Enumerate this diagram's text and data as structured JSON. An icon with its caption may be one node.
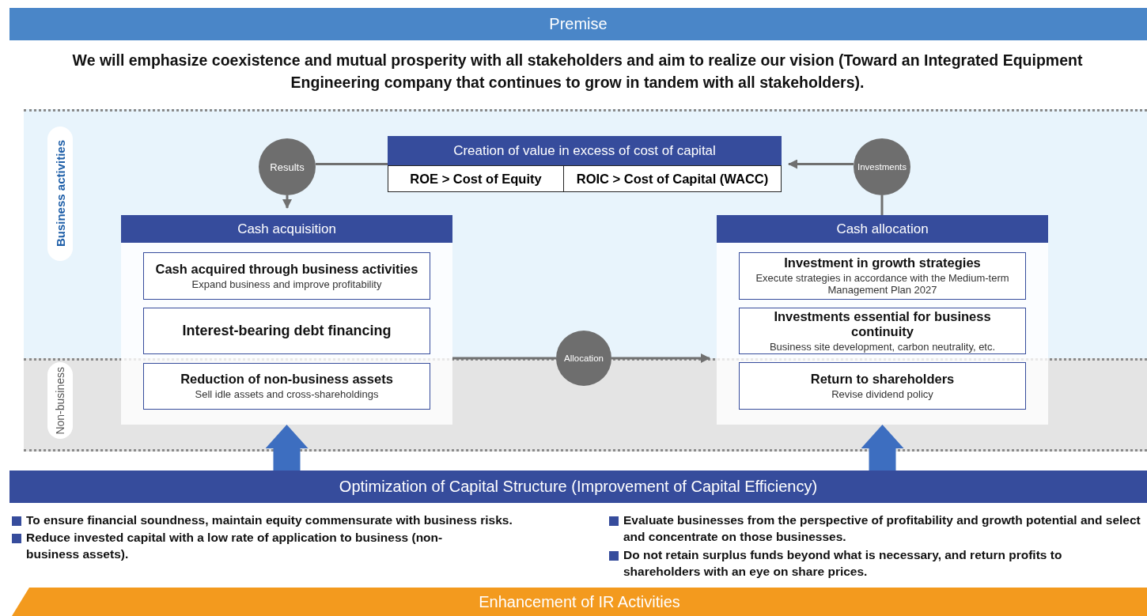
{
  "diagram": {
    "nodes": [
      {
        "text": [
          "Premise"
        ]
      },
      {
        "text": [
          "Creation of value in excess of cost of capital",
          "ROE > Cost of Equity",
          "ROIC > Cost of Capital (WACC)"
        ]
      },
      {
        "text": [
          "Results"
        ]
      },
      {
        "text": [
          "Investments"
        ]
      },
      {
        "text": [
          "Cash acquisition"
        ]
      },
      {
        "text": [
          "Cash acquired through business activities",
          "Expand business and improve profitability"
        ],
        "in": 4
      },
      {
        "text": [
          "Interest-bearing debt financing"
        ],
        "in": 4
      },
      {
        "text": [
          "Reduction of non-business assets",
          "Sell idle assets and cross-shareholdings"
        ],
        "in": 4
      },
      {
        "text": [
          "Allocation"
        ]
      },
      {
        "text": [
          "Cash allocation"
        ]
      },
      {
        "text": [
          "Investment in growth strategies",
          "Execute strategies in accordance with the Medium-term Management Plan 2027"
        ],
        "in": 9
      },
      {
        "text": [
          "Investments essential for business continuity",
          "Business site development, carbon neutrality, etc."
        ],
        "in": 9
      },
      {
        "text": [
          "Return to shareholders",
          "Revise dividend policy"
        ],
        "in": 9
      },
      {
        "text": [
          "Optimization of Capital Structure (Improvement of Capital Efficiency)"
        ]
      },
      {
        "text": [
          "Enhancement of IR Activities"
        ]
      }
    ],
    "edges": [
      {
        "from": 1,
        "to": 2,
        "arrow": "none"
      },
      {
        "from": 2,
        "to": 4,
        "arrow": "to"
      },
      {
        "from": 3,
        "to": 1,
        "arrow": "to"
      },
      {
        "from": 9,
        "to": 3,
        "arrow": "none"
      },
      {
        "from": 4,
        "to": 8,
        "arrow": "none"
      },
      {
        "from": 8,
        "to": 9,
        "arrow": "to"
      },
      {
        "from": 13,
        "to": 4,
        "arrow": "to",
        "style": "thick",
        "color": "#3d6ec0"
      },
      {
        "from": 13,
        "to": 9,
        "arrow": "to",
        "style": "thick",
        "color": "#3d6ec0"
      }
    ],
    "labels": [
      "We will emphasize coexistence and mutual prosperity with all stakeholders and aim to realize our vision (Toward an Integrated Equipment Engineering company that continues to grow in tandem with all stakeholders).",
      "Business activities",
      "Non-business",
      "To ensure financial soundness, maintain equity commensurate with business risks.",
      "Reduce invested capital with a low rate of application to business (non-business assets).",
      "Evaluate businesses from the perspective of profitability and growth potential and select and concentrate on those businesses.",
      "Do not retain surplus funds beyond what is necessary, and return profits to shareholders with an eye on share prices."
    ]
  }
}
